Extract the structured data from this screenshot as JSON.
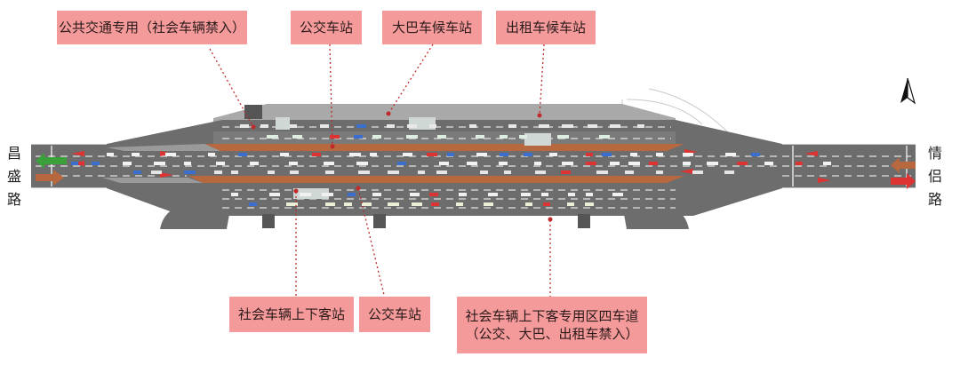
{
  "labels": {
    "top_bus_lane": "公共交通专用（社会车辆禁入）",
    "top_bus_stop": "公交车站",
    "top_coach_stop": "大巴车候车站",
    "top_taxi_stop": "出租车候车站",
    "bottom_private_stop": "社会车辆上下客站",
    "bottom_bus_stop": "公交车站",
    "bottom_private_lanes_line1": "社会车辆上下客专用区四车道",
    "bottom_private_lanes_line2": "（公交、大巴、出租车禁入）"
  },
  "roads": {
    "west": "昌盛路",
    "east": "情侣路"
  },
  "compass": "north-arrow-icon",
  "colors": {
    "label_bg": "#f49a9a",
    "road": "#6d6d6d",
    "median": "#b8683f",
    "leader": "#c02a2a",
    "arrow_green": "#3aa13a",
    "arrow_brown": "#b8683f"
  }
}
